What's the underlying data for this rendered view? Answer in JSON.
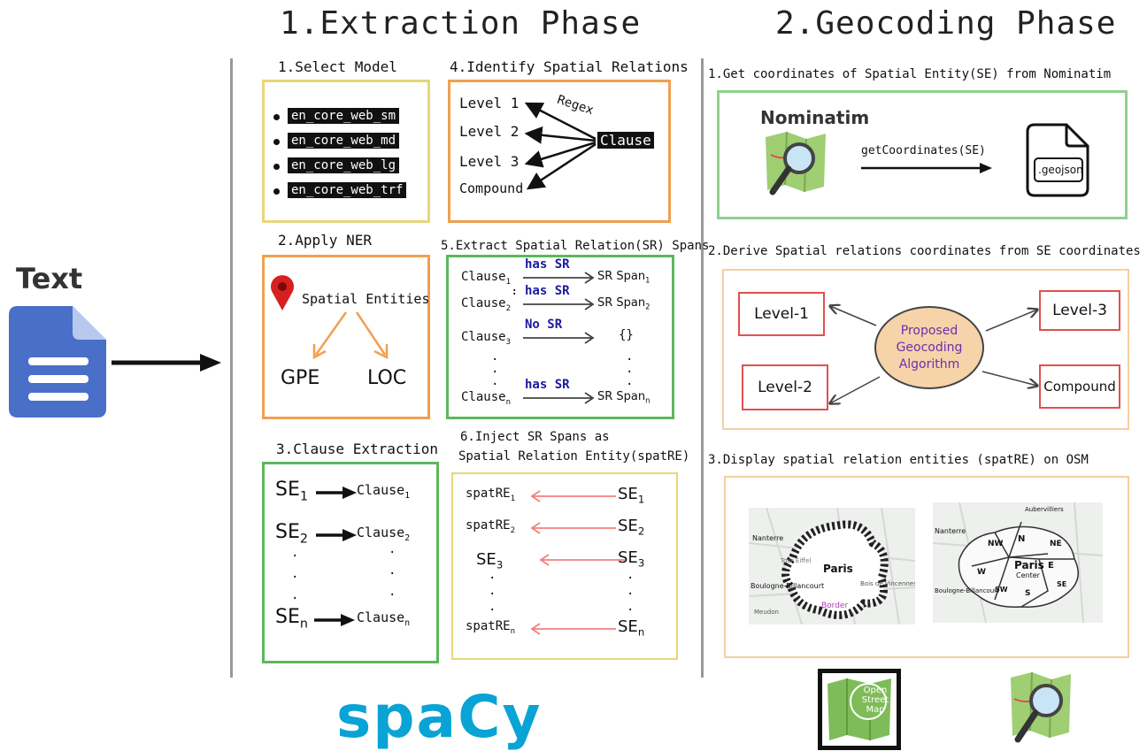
{
  "titles": {
    "extraction": "1.Extraction Phase",
    "geocoding": "2.Geocoding Phase"
  },
  "input": {
    "label": "Text",
    "icon": "document-icon"
  },
  "extraction": {
    "select_model": {
      "heading": "1.Select Model",
      "models": [
        "en_core_web_sm",
        "en_core_web_md",
        "en_core_web_lg",
        "en_core_web_trf"
      ]
    },
    "identify": {
      "heading": "4.Identify Spatial Relations",
      "levels": [
        "Level 1",
        "Level 2",
        "Level 3",
        "Compound"
      ],
      "regex": "Regex",
      "clause": "Clause"
    },
    "ner": {
      "heading": "2.Apply NER",
      "entities": "Spatial Entities",
      "gpe": "GPE",
      "loc": "LOC"
    },
    "extract_spans": {
      "heading": "5.Extract Spatial Relation(SR) Spans",
      "rows": [
        {
          "clause": "Clause",
          "sub": "1",
          "rel": "has SR",
          "out": "SR Span",
          "out_sub": "1"
        },
        {
          "clause": "Clause",
          "sub": "2",
          "rel": "has SR",
          "out": "SR Span",
          "out_sub": "2"
        },
        {
          "clause": "Clause",
          "sub": "3",
          "rel": "No SR",
          "out": "{}",
          "out_sub": ""
        },
        {
          "clause": "Clause",
          "sub": "n",
          "rel": "has SR",
          "out": "SR Span",
          "out_sub": "n"
        }
      ]
    },
    "clause_extraction": {
      "heading": "3.Clause Extraction",
      "rows": [
        {
          "se": "SE",
          "se_sub": "1",
          "cl": "Clause",
          "cl_sub": "1"
        },
        {
          "se": "SE",
          "se_sub": "2",
          "cl": "Clause",
          "cl_sub": "2"
        },
        {
          "se": "SE",
          "se_sub": "n",
          "cl": "Clause",
          "cl_sub": "n"
        }
      ]
    },
    "inject": {
      "heading_line1": "6.Inject SR Spans as",
      "heading_line2": "Spatial Relation Entity(spatRE)",
      "rows": [
        {
          "left": "spatRE",
          "left_sub": "1",
          "right": "SE",
          "right_sub": "1"
        },
        {
          "left": "spatRE",
          "left_sub": "2",
          "right": "SE",
          "right_sub": "2"
        },
        {
          "left": "SE",
          "left_sub": "3",
          "right": "SE",
          "right_sub": "3"
        },
        {
          "left": "spatRE",
          "left_sub": "n",
          "right": "SE",
          "right_sub": "n"
        }
      ]
    },
    "logo": "spaCy"
  },
  "geocoding": {
    "step1": {
      "heading": "1.Get coordinates of Spatial Entity(SE) from Nominatim",
      "nominatim": "Nominatim",
      "call": "getCoordinates(SE)",
      "file": ".geojson"
    },
    "step2": {
      "heading": "2.Derive Spatial relations coordinates from SE coordinates",
      "center": [
        "Proposed",
        "Geocoding",
        "Algorithm"
      ],
      "levels": [
        "Level-1",
        "Level-2",
        "Level-3",
        "Compound"
      ]
    },
    "step3": {
      "heading": "3.Display spatial relation entities (spatRE) on OSM",
      "map1": {
        "city": "Paris",
        "border": "Border",
        "places": [
          "Nanterre",
          "Boulogne-Billancourt",
          "Tour Eiffel",
          "Bois de Vincennes",
          "Meudon"
        ]
      },
      "map2": {
        "city": "Paris",
        "center": "Center",
        "regions": [
          "N",
          "NE",
          "NW",
          "E",
          "W",
          "SW",
          "S",
          "SE"
        ],
        "places": [
          "Nanterre",
          "Boulogne-Billancourt",
          "Aubervilliers"
        ]
      }
    },
    "osm_logo_text": "Open Street Map"
  },
  "colors": {
    "orange": "#f0a050",
    "yellow": "#e6d77a",
    "green": "#5cb85c",
    "spacy": "#09a3d5",
    "relation": "#1a1aa0",
    "red_arrow": "#f08080",
    "algo_fill": "#f6d3a8",
    "algo_text": "#6a2fb0"
  }
}
